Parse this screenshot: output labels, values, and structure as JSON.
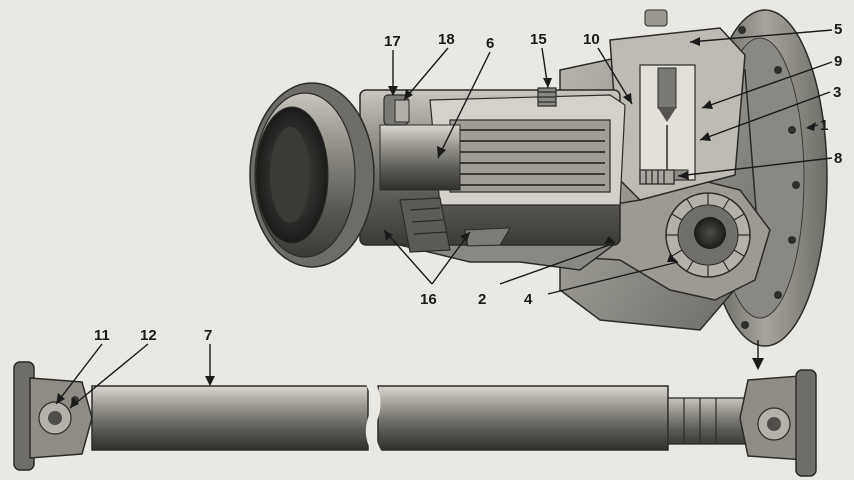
{
  "callouts": {
    "c1": "1",
    "c2": "2",
    "c3": "3",
    "c4": "4",
    "c5": "5",
    "c6": "6",
    "c7": "7",
    "c8": "8",
    "c9": "9",
    "c10": "10",
    "c11": "11",
    "c12": "12",
    "c15": "15",
    "c16": "16",
    "c17": "17",
    "c18": "18"
  },
  "colors": {
    "background": "#e9e8e3",
    "metal_dark": "#4a4a46",
    "metal_mid": "#8d8b84",
    "metal_light": "#c9c7bf",
    "ink": "#1a1a1a"
  }
}
